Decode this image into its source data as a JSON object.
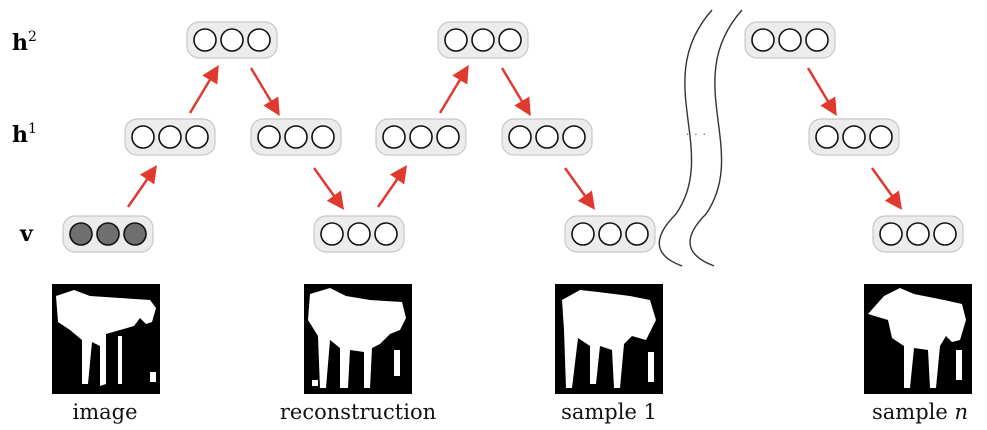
{
  "rows": {
    "h2": {
      "base": "h",
      "sup": "2"
    },
    "h1": {
      "base": "h",
      "sup": "1"
    },
    "v": {
      "base": "v",
      "sup": ""
    }
  },
  "ellipsis": "· · ·",
  "captions": {
    "image": "image",
    "reconstruction": "reconstruction",
    "sample1": "sample 1",
    "samplen_prefix": "sample",
    "samplen_var": "n"
  },
  "colors": {
    "arrow": "#e03a2f",
    "node_fill_observed": "#6f6f6f",
    "node_fill_empty": "#ffffff",
    "group_fill": "#ececec",
    "group_stroke": "#c8c8c8"
  },
  "node_groups": [
    {
      "id": "v-image",
      "layer": "v",
      "observed": true
    },
    {
      "id": "h1-up-1",
      "layer": "h1",
      "observed": false
    },
    {
      "id": "h2-1",
      "layer": "h2",
      "observed": false
    },
    {
      "id": "h1-down-1",
      "layer": "h1",
      "observed": false
    },
    {
      "id": "v-reconstruction",
      "layer": "v",
      "observed": false
    },
    {
      "id": "h1-up-2",
      "layer": "h1",
      "observed": false
    },
    {
      "id": "h2-2",
      "layer": "h2",
      "observed": false
    },
    {
      "id": "h1-down-2",
      "layer": "h1",
      "observed": false
    },
    {
      "id": "v-sample1",
      "layer": "v",
      "observed": false
    },
    {
      "id": "h2-n",
      "layer": "h2",
      "observed": false
    },
    {
      "id": "h1-down-n",
      "layer": "h1",
      "observed": false
    },
    {
      "id": "v-samplen",
      "layer": "v",
      "observed": false
    }
  ]
}
